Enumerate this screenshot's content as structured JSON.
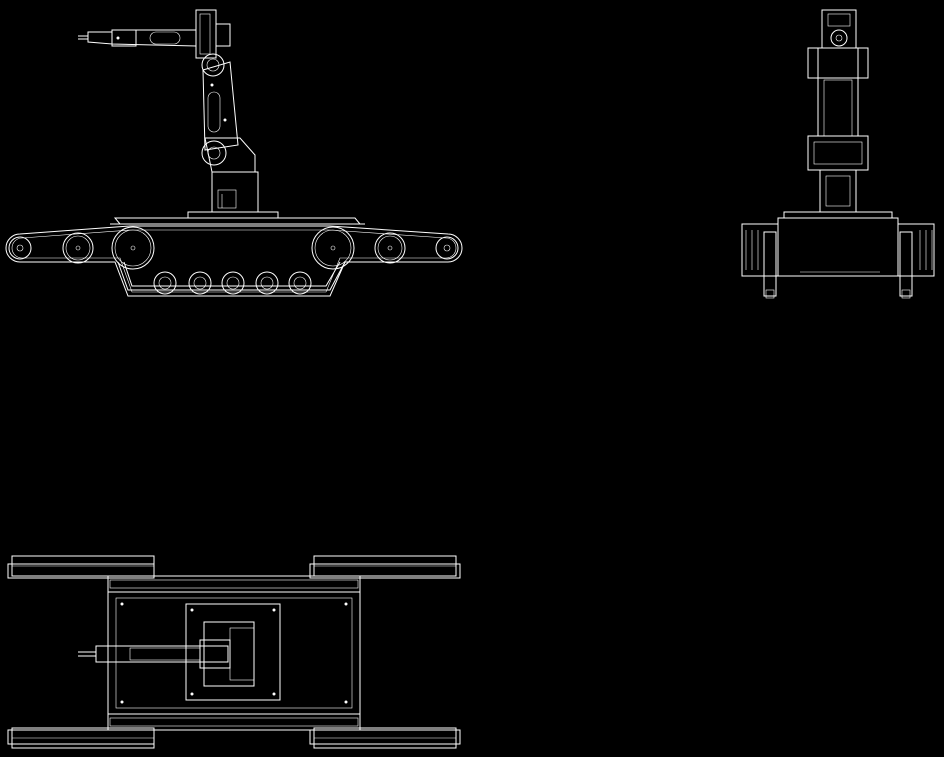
{
  "drawing": {
    "background_color": "#000000",
    "line_color": "#ffffff",
    "views": [
      {
        "id": "side",
        "description_label": ""
      },
      {
        "id": "front",
        "description_label": ""
      },
      {
        "id": "top",
        "description_label": ""
      }
    ]
  }
}
